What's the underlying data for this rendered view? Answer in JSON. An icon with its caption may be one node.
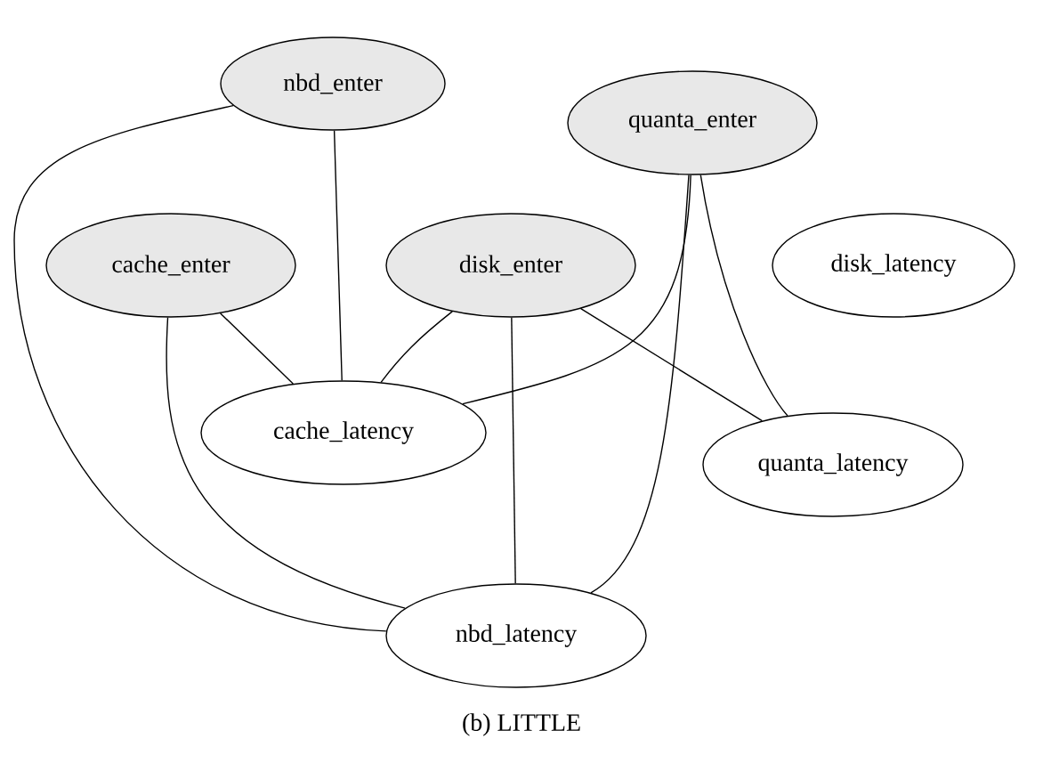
{
  "diagram": {
    "caption": "(b) LITTLE",
    "nodes": [
      {
        "text": [
          "nbd_enter"
        ]
      },
      {
        "text": [
          "quanta_enter"
        ]
      },
      {
        "text": [
          "cache_enter"
        ]
      },
      {
        "text": [
          "disk_enter"
        ]
      },
      {
        "text": [
          "disk_latency"
        ]
      },
      {
        "text": [
          "cache_latency"
        ]
      },
      {
        "text": [
          "quanta_latency"
        ]
      },
      {
        "text": [
          "nbd_latency"
        ]
      }
    ],
    "edges": [
      {
        "from": 0,
        "to": 5,
        "arrow": "none"
      },
      {
        "from": 0,
        "to": 7,
        "arrow": "none"
      },
      {
        "from": 2,
        "to": 5,
        "arrow": "none"
      },
      {
        "from": 2,
        "to": 7,
        "arrow": "none"
      },
      {
        "from": 3,
        "to": 5,
        "arrow": "none"
      },
      {
        "from": 3,
        "to": 7,
        "arrow": "none"
      },
      {
        "from": 3,
        "to": 6,
        "arrow": "none"
      },
      {
        "from": 1,
        "to": 5,
        "arrow": "none"
      },
      {
        "from": 1,
        "to": 7,
        "arrow": "none"
      },
      {
        "from": 1,
        "to": 6,
        "arrow": "none"
      }
    ]
  }
}
